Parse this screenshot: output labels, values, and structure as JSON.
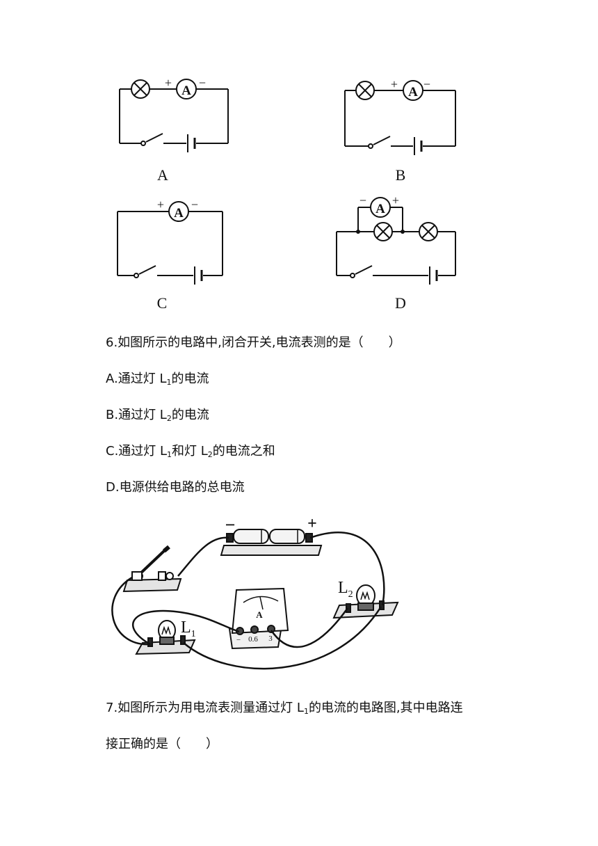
{
  "circuits": {
    "a": {
      "label": "A"
    },
    "b": {
      "label": "B"
    },
    "c": {
      "label": "C"
    },
    "d": {
      "label": "D"
    },
    "ammeter_symbol": "A",
    "plus": "+",
    "minus": "−"
  },
  "q6": {
    "stem": "6.如图所示的电路中,闭合开关,电流表测的是（　　）",
    "options": {
      "a": {
        "pre": "A.通过灯 L",
        "sub": "1",
        "post": "的电流"
      },
      "b": {
        "pre": "B.通过灯 L",
        "sub": "2",
        "post": "的电流"
      },
      "c": {
        "pre": "C.通过灯 L",
        "sub": "1",
        "mid": "和灯 L",
        "sub2": "2",
        "post": "的电流之和"
      },
      "d": {
        "text": "D.电源供给电路的总电流"
      }
    }
  },
  "photo": {
    "minus": "−",
    "plus": "+",
    "l1": "L",
    "l1_sub": "1",
    "l2": "L",
    "l2_sub": "2",
    "meter_letter": "A",
    "terminal_minus": "−",
    "terminal_06": "0.6",
    "terminal_3": "3"
  },
  "q7": {
    "line1_pre": "7.如图所示为用电流表测量通过灯 L",
    "line1_sub": "1",
    "line1_post": "的电流的电路图,其中电路连",
    "line2": "接正确的是（　　）"
  }
}
